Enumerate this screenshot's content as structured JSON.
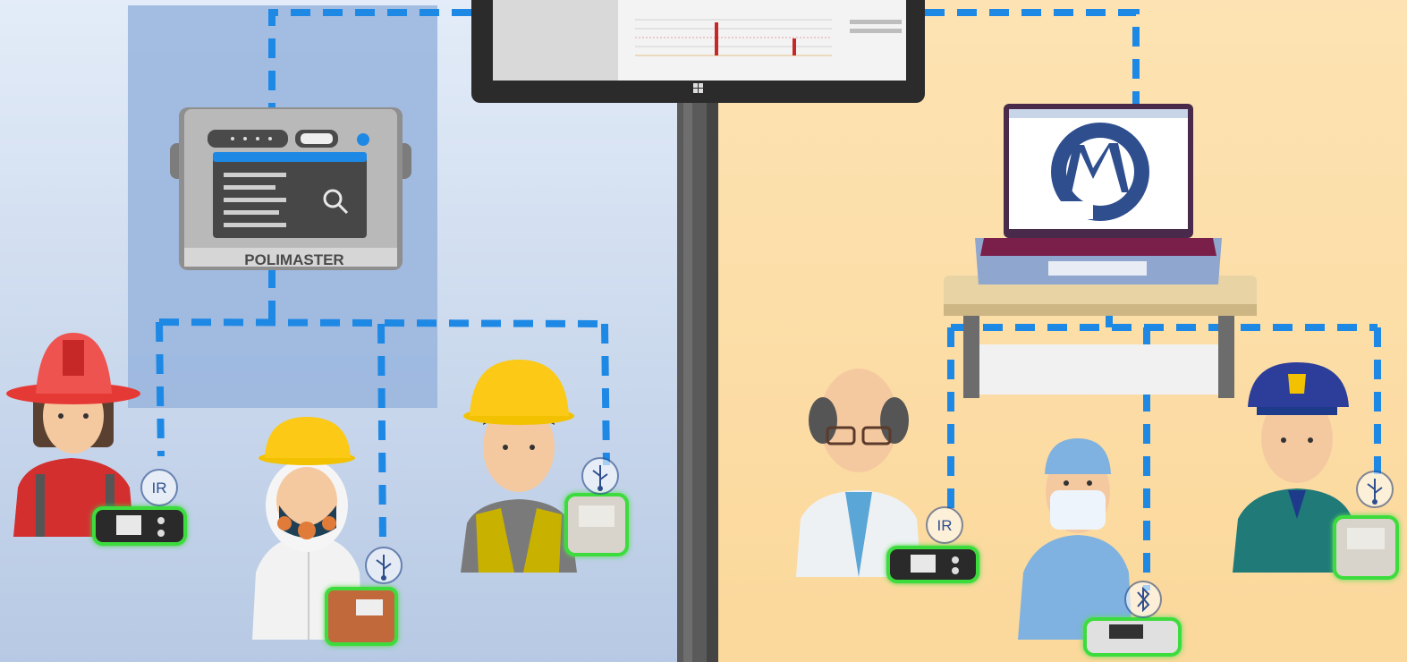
{
  "scene": {
    "colors": {
      "left_bg_top": "#dfe9f7",
      "left_bg_bottom": "#b9cbe6",
      "right_bg": "#fde0ac",
      "link_blue": "#1e88e5",
      "device_glow": "#3ddc3d",
      "panel_blue": "#98b4dd"
    },
    "server": {
      "brand": "POLIMASTER",
      "icon": "search-icon"
    },
    "laptop": {
      "logo": "polimaster-logo"
    },
    "connections": [
      {
        "person": "firefighter",
        "type": "IR",
        "icon": "ir-icon"
      },
      {
        "person": "hazmat-worker",
        "type": "USB",
        "icon": "usb-icon"
      },
      {
        "person": "construction-worker",
        "type": "USB",
        "icon": "usb-icon"
      },
      {
        "person": "scientist",
        "type": "IR",
        "icon": "ir-icon"
      },
      {
        "person": "medical-worker",
        "type": "Bluetooth",
        "icon": "bluetooth-icon"
      },
      {
        "person": "police-officer",
        "type": "USB",
        "icon": "usb-icon"
      }
    ],
    "ir_label": "IR"
  }
}
